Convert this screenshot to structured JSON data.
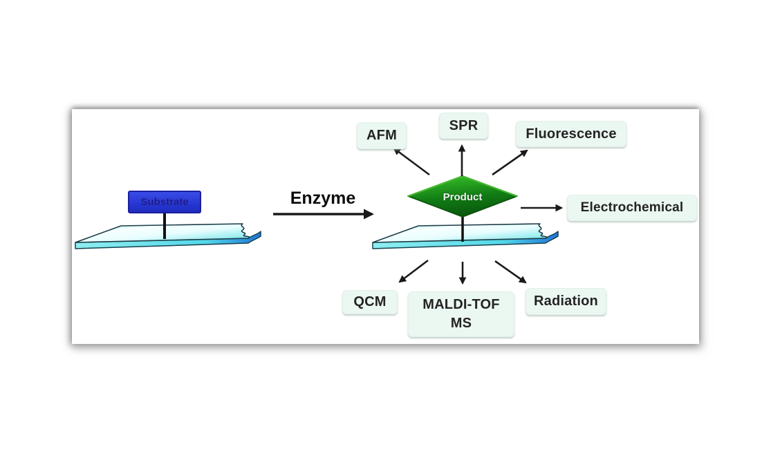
{
  "figure": {
    "type": "diagram",
    "substrate": {
      "label": "Substrate"
    },
    "enzyme": {
      "label": "Enzyme"
    },
    "product": {
      "label": "Product"
    },
    "methods": {
      "afm": "AFM",
      "spr": "SPR",
      "fluorescence": "Fluorescence",
      "electrochemical": "Electrochemical",
      "qcm": "QCM",
      "maldi_line1": "MALDI-TOF",
      "maldi_line2": "MS",
      "radiation": "Radiation"
    },
    "colors": {
      "substrate_box_fill": "#2b3cdb",
      "substrate_box_border": "#1b1f9e",
      "product_diamond_green": "#117c14",
      "method_box_fill": "#ebf7f1",
      "chip_cyan": "#6fe3ea",
      "arrow_black": "#1a1a1a"
    }
  }
}
